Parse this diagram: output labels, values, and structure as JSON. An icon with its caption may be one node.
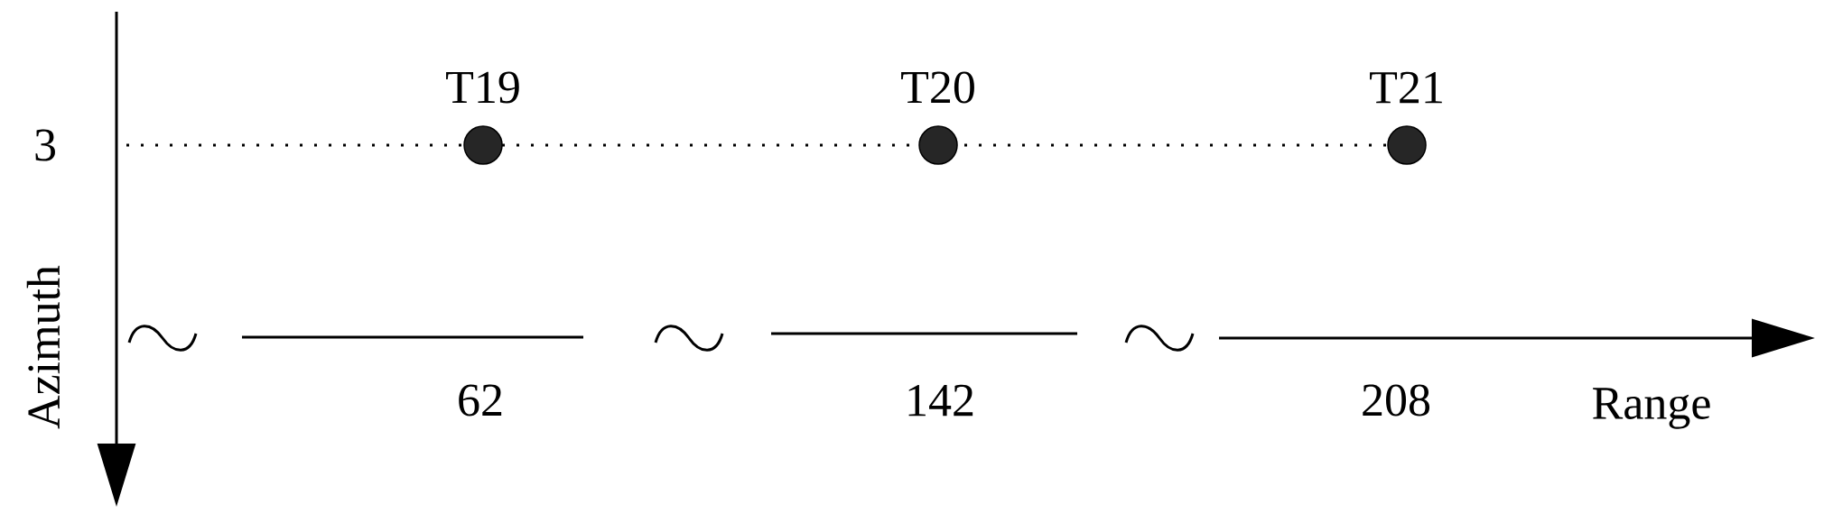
{
  "diagram": {
    "labels": [
      "T19",
      "T20",
      "T21",
      "3",
      "Azimuth",
      "62",
      "142",
      "208",
      "Range"
    ]
  }
}
